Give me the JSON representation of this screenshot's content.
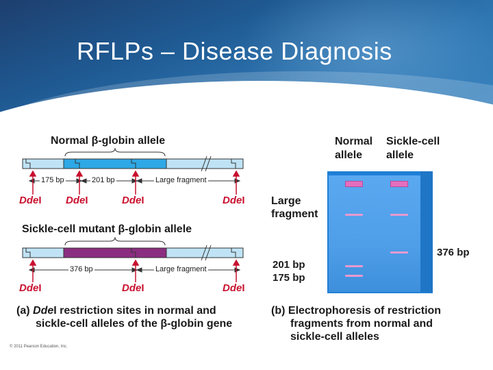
{
  "slide": {
    "title": "RFLPs – Disease Diagnosis",
    "copyright": "© 2011 Pearson Education, Inc."
  },
  "colors": {
    "header_blue": "#1f5a93",
    "dde_red": "#c8102e",
    "normal_allele_fill": "#2ea8e6",
    "mutant_allele_fill": "#8b2d80",
    "gel_blue": "#4e9ee8",
    "band_pink": "#e99ad0"
  },
  "panel_a": {
    "normal_title": "Normal β-globin allele",
    "mutant_title": "Sickle-cell mutant β-globin allele",
    "enzyme": "Dde",
    "enzyme_roman": "I",
    "normal_fragments": [
      "175 bp",
      "201 bp",
      "Large fragment"
    ],
    "mutant_fragments": [
      "376 bp",
      "Large fragment"
    ],
    "caption_letter": "(a)",
    "caption_enzyme": "Dde",
    "caption_enzyme_roman": "I",
    "caption_line1_rest": "restriction sites in normal and",
    "caption_line2": "sickle-cell alleles of the β-globin gene"
  },
  "panel_b": {
    "lane1_line1": "Normal",
    "lane1_line2": "allele",
    "lane2_line1": "Sickle-cell",
    "lane2_line2": "allele",
    "large_line1": "Large",
    "large_line2": "fragment",
    "bp_376": "376 bp",
    "bp_201": "201 bp",
    "bp_175": "175 bp",
    "caption_letter": "(b)",
    "caption_line1": "Electrophoresis of restriction",
    "caption_line2": "fragments from normal and",
    "caption_line3": "sickle-cell alleles"
  }
}
